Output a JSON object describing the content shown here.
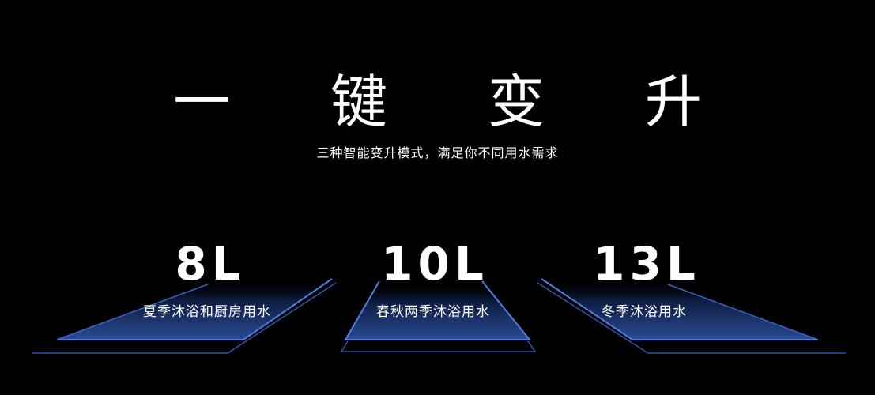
{
  "title": "一 键 变 升",
  "subtitle": "三种智能变升模式，满足你不同用水需求",
  "modes": [
    {
      "volume": "8L",
      "description": "夏季沐浴和厨房用水"
    },
    {
      "volume": "10L",
      "description": "春秋两季沐浴用水"
    },
    {
      "volume": "13L",
      "description": "冬季沐浴用水"
    }
  ],
  "colors": {
    "background": "#000000",
    "plate_edge": "#3f74d6",
    "plate_fill": "#1f3a78"
  }
}
